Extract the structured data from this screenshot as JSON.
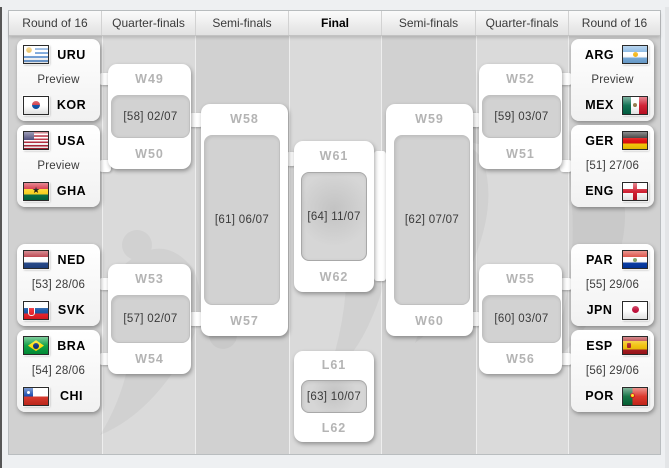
{
  "header": {
    "columns": [
      "Round of 16",
      "Quarter-finals",
      "Semi-finals",
      "Final",
      "Semi-finals",
      "Quarter-finals",
      "Round of 16"
    ]
  },
  "colors": {
    "panel_bg": "#d3d3d3",
    "column_alt": "#dadada",
    "box_white": "#ffffff",
    "slot_label_text": "#b4b4b4",
    "date_text": "#3a3a3a",
    "header_final_text": "#000000"
  },
  "r16_left": [
    {
      "top": {
        "code": "URU",
        "flag": "uru"
      },
      "middle": "Preview",
      "bottom": {
        "code": "KOR",
        "flag": "kor"
      }
    },
    {
      "top": {
        "code": "USA",
        "flag": "usa"
      },
      "middle": "Preview",
      "bottom": {
        "code": "GHA",
        "flag": "gha"
      }
    },
    {
      "top": {
        "code": "NED",
        "flag": "ned"
      },
      "middle": "[53] 28/06",
      "bottom": {
        "code": "SVK",
        "flag": "svk"
      }
    },
    {
      "top": {
        "code": "BRA",
        "flag": "bra"
      },
      "middle": "[54] 28/06",
      "bottom": {
        "code": "CHI",
        "flag": "chi"
      }
    }
  ],
  "r16_right": [
    {
      "top": {
        "code": "ARG",
        "flag": "arg"
      },
      "middle": "Preview",
      "bottom": {
        "code": "MEX",
        "flag": "mex"
      }
    },
    {
      "top": {
        "code": "GER",
        "flag": "ger"
      },
      "middle": "[51] 27/06",
      "bottom": {
        "code": "ENG",
        "flag": "eng"
      }
    },
    {
      "top": {
        "code": "PAR",
        "flag": "par"
      },
      "middle": "[55] 29/06",
      "bottom": {
        "code": "JPN",
        "flag": "jpn"
      }
    },
    {
      "top": {
        "code": "ESP",
        "flag": "esp"
      },
      "middle": "[56] 29/06",
      "bottom": {
        "code": "POR",
        "flag": "por"
      }
    }
  ],
  "qf_left": [
    {
      "top": "W49",
      "date": "[58] 02/07",
      "bottom": "W50"
    },
    {
      "top": "W53",
      "date": "[57] 02/07",
      "bottom": "W54"
    }
  ],
  "qf_right": [
    {
      "top": "W52",
      "date": "[59] 03/07",
      "bottom": "W51"
    },
    {
      "top": "W55",
      "date": "[60] 03/07",
      "bottom": "W56"
    }
  ],
  "sf_left": {
    "top": "W58",
    "date": "[61] 06/07",
    "bottom": "W57"
  },
  "sf_right": {
    "top": "W59",
    "date": "[62] 07/07",
    "bottom": "W60"
  },
  "final_match": {
    "top": "W61",
    "date": "[64] 11/07",
    "bottom": "W62"
  },
  "third_place": {
    "top": "L61",
    "date": "[63] 10/07",
    "bottom": "L62"
  }
}
